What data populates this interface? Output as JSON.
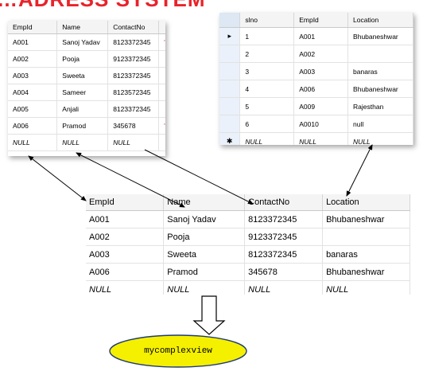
{
  "title": "…ADRESS SYSTEM",
  "employee_table": {
    "columns": [
      "EmpId",
      "Name",
      "ContactNo"
    ],
    "rows": [
      [
        "A001",
        "Sanoj Yadav",
        "8123372345"
      ],
      [
        "A002",
        "Pooja",
        "9123372345"
      ],
      [
        "A003",
        "Sweeta",
        "8123372345"
      ],
      [
        "A004",
        "Sameer",
        "8123572345"
      ],
      [
        "A005",
        "Anjali",
        "8123372345"
      ],
      [
        "A006",
        "Pramod",
        "345678"
      ],
      [
        "NULL",
        "NULL",
        "NULL"
      ]
    ]
  },
  "location_table": {
    "columns": [
      "slno",
      "EmpId",
      "Location"
    ],
    "rows": [
      [
        "1",
        "A001",
        "Bhubaneshwar"
      ],
      [
        "2",
        "A002",
        ""
      ],
      [
        "3",
        "A003",
        "banaras"
      ],
      [
        "4",
        "A006",
        "Bhubaneshwar"
      ],
      [
        "5",
        "A009",
        "Rajesthan"
      ],
      [
        "6",
        "A0010",
        "null"
      ],
      [
        "NULL",
        "NULL",
        "NULL"
      ]
    ],
    "selected_marker": "▸",
    "new_row_marker": "✱"
  },
  "result_table": {
    "columns": [
      "EmpId",
      "Name",
      "ContactNo",
      "Location"
    ],
    "rows": [
      [
        "A001",
        "Sanoj Yadav",
        "8123372345",
        "Bhubaneshwar"
      ],
      [
        "A002",
        "Pooja",
        "9123372345",
        ""
      ],
      [
        "A003",
        "Sweeta",
        "8123372345",
        "banaras"
      ],
      [
        "A006",
        "Pramod",
        "345678",
        "Bhubaneshwar"
      ],
      [
        "NULL",
        "NULL",
        "NULL",
        "NULL"
      ]
    ]
  },
  "view": {
    "label": "mycomplexview",
    "fill_color": "#f5f000"
  }
}
